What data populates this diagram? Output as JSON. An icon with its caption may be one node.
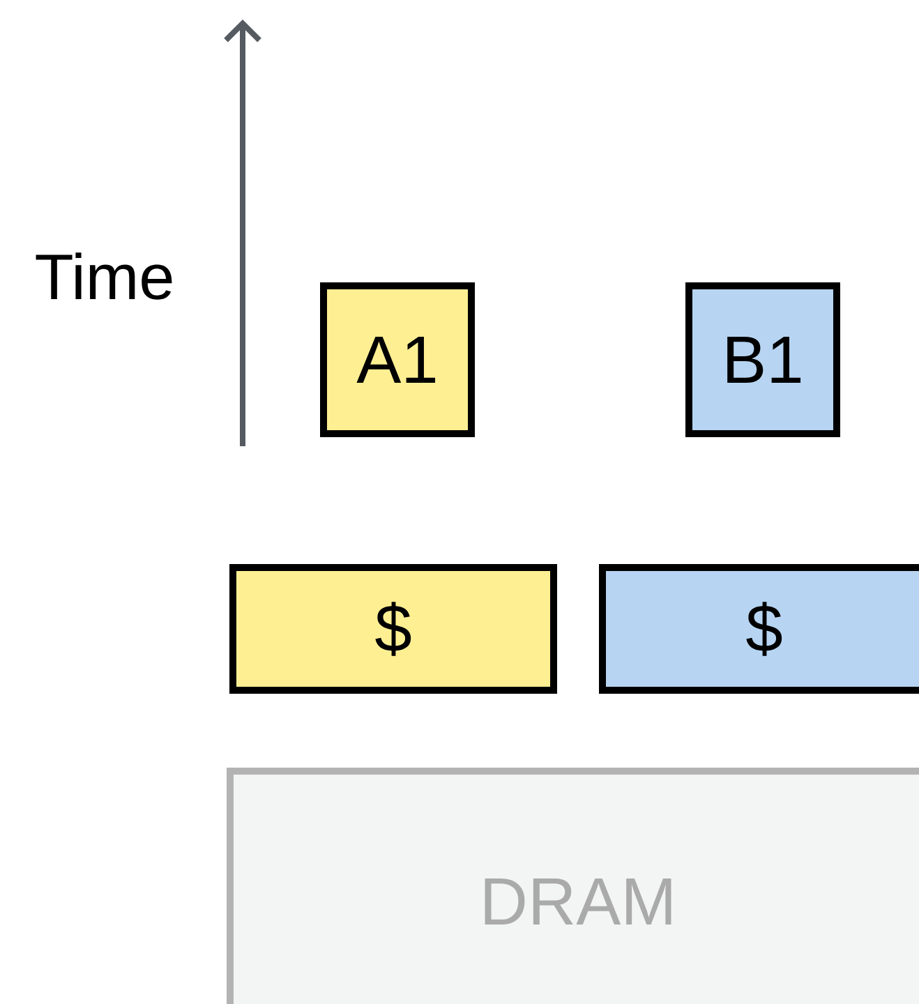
{
  "diagram": {
    "nodes": [
      {
        "text": [
          "A1"
        ]
      },
      {
        "text": [
          "B1"
        ]
      },
      {
        "text": [
          "$"
        ]
      },
      {
        "text": [
          "$"
        ]
      },
      {
        "text": [
          "DRAM"
        ]
      }
    ],
    "labels": [
      "Time"
    ]
  }
}
